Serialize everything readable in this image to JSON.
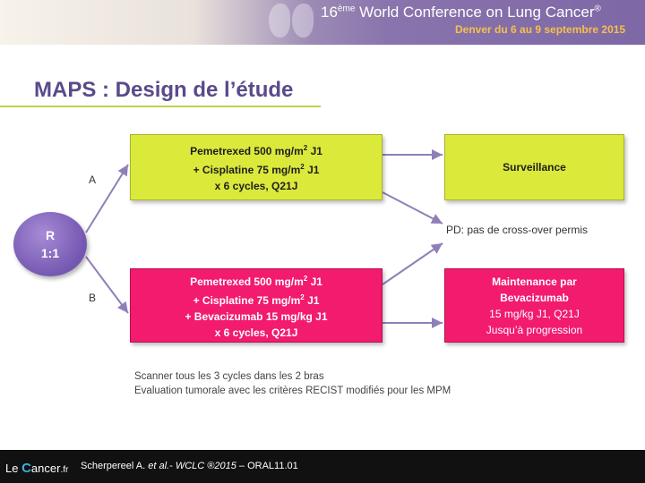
{
  "header": {
    "conference_number": "16",
    "conference_sup": "ème",
    "conference_name": " World Conference on Lung Cancer",
    "registered_mark": "®",
    "conference_subtitle": "Denver du 6 au 9 septembre 2015"
  },
  "slide": {
    "title": "MAPS : Design de l’étude"
  },
  "diagram": {
    "randomization": {
      "line1": "R",
      "line2": "1:1"
    },
    "arm_labels": {
      "a": "A",
      "b": "B"
    },
    "arm_a_box": {
      "line1": "Pemetrexed 500 mg/m",
      "line1_sup": "2",
      "line1_suffix": " J1",
      "line2": "+ Cisplatine 75 mg/m",
      "line2_sup": "2",
      "line2_suffix": " J1",
      "line3": "x 6 cycles, Q21J"
    },
    "arm_b_box": {
      "line1": "Pemetrexed 500 mg/m",
      "line1_sup": "2",
      "line1_suffix": " J1",
      "line2": "+ Cisplatine 75 mg/m",
      "line2_sup": "2",
      "line2_suffix": " J1",
      "line3": "+ Bevacizumab 15 mg/kg J1",
      "line4": "x 6 cycles, Q21J"
    },
    "surveillance_box": {
      "label": "Surveillance"
    },
    "maintenance_box": {
      "line1": "Maintenance par",
      "line2": "Bevacizumab",
      "line3": "15 mg/kg J1, Q21J",
      "line4": "Jusqu’à progression"
    },
    "pd_note": "PD: pas de cross-over permis",
    "colors": {
      "arm_a": "#dbe93a",
      "arm_b": "#f21b6e",
      "randomization": "#7457b0",
      "arrows": "#8f7fb8"
    }
  },
  "notes": {
    "line1": "Scanner tous les 3 cycles dans les 2 bras",
    "line2": "Evaluation tumorale avec les critères RECIST modifiés pour les MPM"
  },
  "footer": {
    "logo_le": "Le ",
    "logo_c": "C",
    "logo_rest": "ancer",
    "logo_tld": ".fr",
    "citation_author": "Scherpereel A. ",
    "citation_etal": "et al.",
    "citation_mid": "- ",
    "citation_conf": "WCLC ®2015",
    "citation_end": " – ORAL11.01"
  }
}
